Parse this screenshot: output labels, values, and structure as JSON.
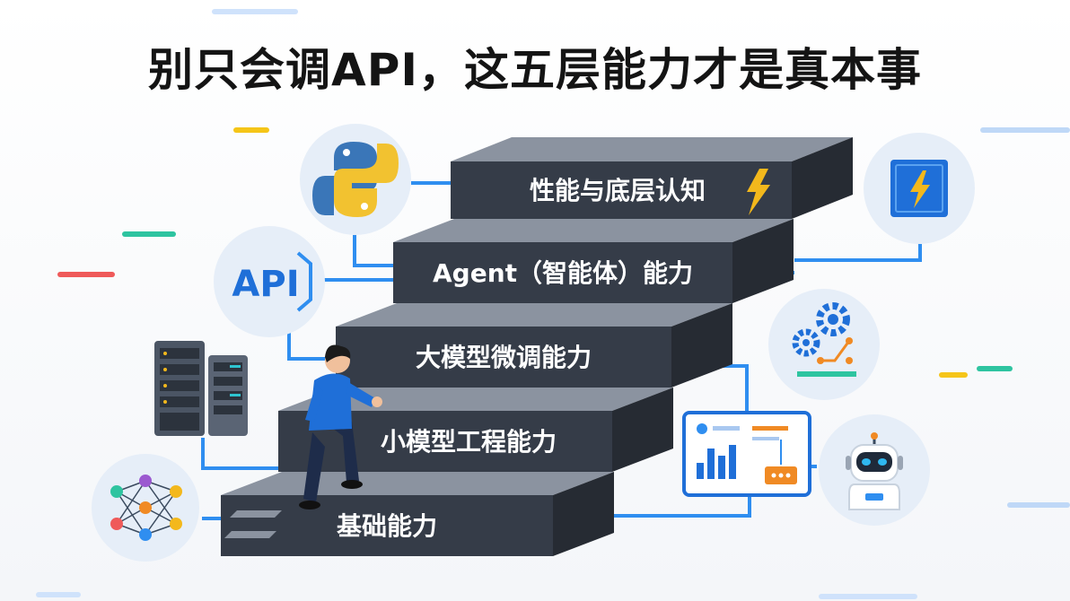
{
  "title": "别只会调API，这五层能力才是真本事",
  "steps": [
    {
      "label": "性能与底层认知",
      "level": 5
    },
    {
      "label": "Agent（智能体）能力",
      "level": 4
    },
    {
      "label": "大模型微调能力",
      "level": 3
    },
    {
      "label": "小模型工程能力",
      "level": 2
    },
    {
      "label": "基础能力",
      "level": 1
    }
  ],
  "icons": {
    "python": "python-logo-icon",
    "api": "API",
    "server": "server-rack-icon",
    "neural": "neural-network-icon",
    "chip": "cpu-chip-icon",
    "gears": "gears-workflow-icon",
    "dashboard": "dashboard-chart-icon",
    "robot": "robot-icon"
  },
  "colors": {
    "step_top": "#8a929e",
    "step_front": "#353c48",
    "step_side": "#262b33",
    "connector": "#2f8ef0",
    "bolt": "#f3b81c"
  }
}
